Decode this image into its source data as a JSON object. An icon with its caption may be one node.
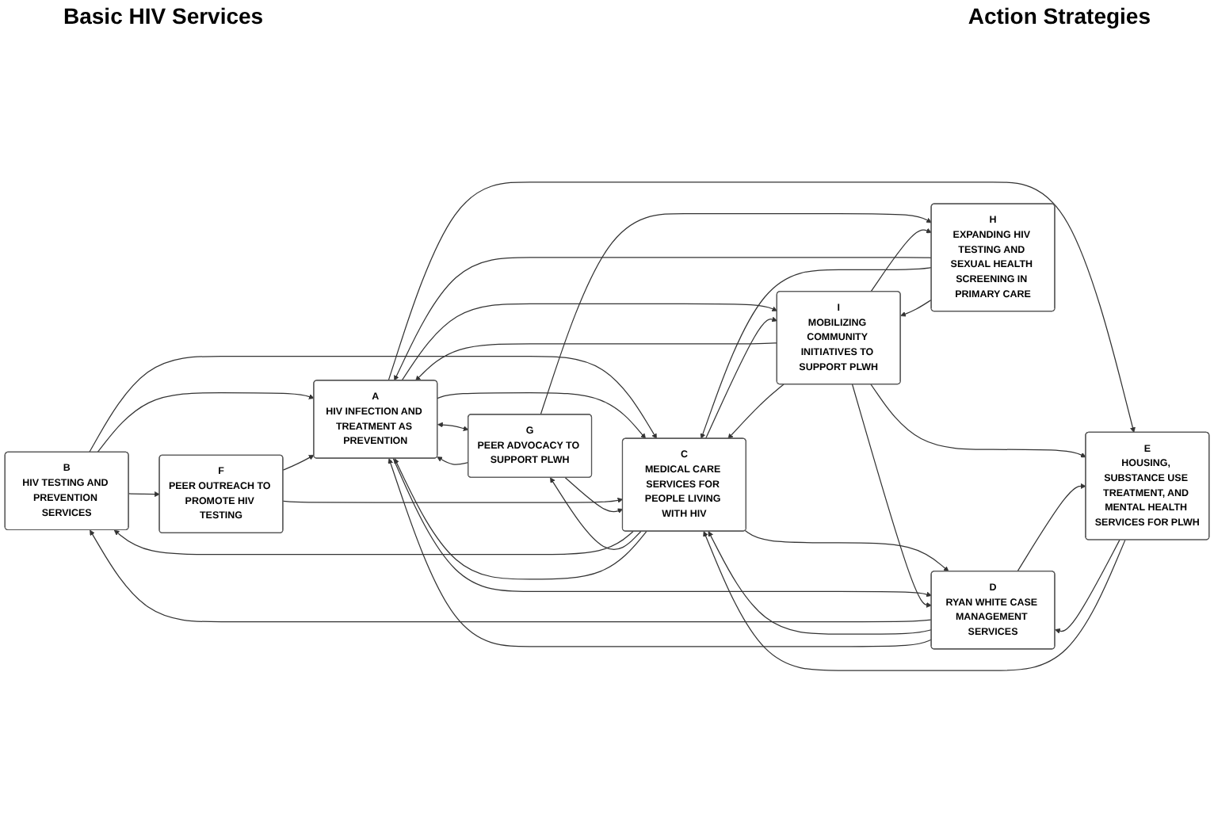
{
  "diagram": {
    "nodes": [
      {
        "text": [
          "B",
          "HIV TESTING AND PREVENTION SERVICES"
        ]
      },
      {
        "text": [
          "F",
          "PEER OUTREACH TO PROMOTE HIV TESTING"
        ]
      },
      {
        "text": [
          "C",
          "MEDICAL CARE SERVICES FOR PEOPLE LIVING WITH HIV"
        ]
      },
      {
        "text": [
          "A",
          "HIV INFECTION AND TREATMENT AS PREVENTION"
        ]
      },
      {
        "text": [
          "G",
          "PEER ADVOCACY TO SUPPORT PLWH"
        ]
      },
      {
        "text": [
          "D",
          "RYAN WHITE CASE MANAGEMENT SERVICES"
        ]
      },
      {
        "text": [
          "H",
          "EXPANDING HIV TESTING AND SEXUAL HEALTH SCREENING IN PRIMARY CARE"
        ]
      },
      {
        "text": [
          "E",
          "HOUSING, SUBSTANCE USE TREATMENT, AND MENTAL HEALTH SERVICES FOR PLWH"
        ]
      },
      {
        "text": [
          "I",
          "MOBILIZING COMMUNITY INITIATIVES TO SUPPORT PLWH"
        ]
      }
    ],
    "edges": [
      {
        "from": 3,
        "to": 4,
        "arrow": "both"
      },
      {
        "from": 0,
        "to": 1,
        "arrow": "to"
      },
      {
        "from": 0,
        "to": 3,
        "arrow": "to"
      },
      {
        "from": 0,
        "to": 2,
        "arrow": "to"
      },
      {
        "from": 2,
        "to": 0,
        "arrow": "to"
      },
      {
        "from": 2,
        "to": 4,
        "arrow": "to"
      },
      {
        "from": 2,
        "to": 3,
        "arrow": "to"
      },
      {
        "from": 3,
        "to": 2,
        "arrow": "to"
      },
      {
        "from": 5,
        "to": 0,
        "arrow": "to"
      },
      {
        "from": 5,
        "to": 2,
        "arrow": "to"
      },
      {
        "from": 2,
        "to": 5,
        "arrow": "to"
      },
      {
        "from": 5,
        "to": 3,
        "arrow": "to"
      },
      {
        "from": 3,
        "to": 5,
        "arrow": "to"
      },
      {
        "from": 3,
        "to": 7,
        "arrow": "to"
      },
      {
        "from": 3,
        "to": 8,
        "arrow": "to"
      },
      {
        "from": 1,
        "to": 3,
        "arrow": "to"
      },
      {
        "from": 1,
        "to": 2,
        "arrow": "to"
      },
      {
        "from": 4,
        "to": 3,
        "arrow": "to"
      },
      {
        "from": 4,
        "to": 2,
        "arrow": "to"
      },
      {
        "from": 4,
        "to": 6,
        "arrow": "to"
      },
      {
        "from": 6,
        "to": 3,
        "arrow": "to"
      },
      {
        "from": 6,
        "to": 2,
        "arrow": "to"
      },
      {
        "from": 6,
        "to": 8,
        "arrow": "to"
      },
      {
        "from": 8,
        "to": 6,
        "arrow": "to"
      },
      {
        "from": 2,
        "to": 8,
        "arrow": "to"
      },
      {
        "from": 8,
        "to": 3,
        "arrow": "to"
      },
      {
        "from": 8,
        "to": 5,
        "arrow": "to"
      },
      {
        "from": 8,
        "to": 7,
        "arrow": "to"
      },
      {
        "from": 8,
        "to": 2,
        "arrow": "to"
      },
      {
        "from": 5,
        "to": 7,
        "arrow": "to"
      },
      {
        "from": 7,
        "to": 5,
        "arrow": "to"
      },
      {
        "from": 7,
        "to": 2,
        "arrow": "to"
      }
    ],
    "labels": [
      "Basic HIV Services",
      "Action Strategies"
    ]
  }
}
